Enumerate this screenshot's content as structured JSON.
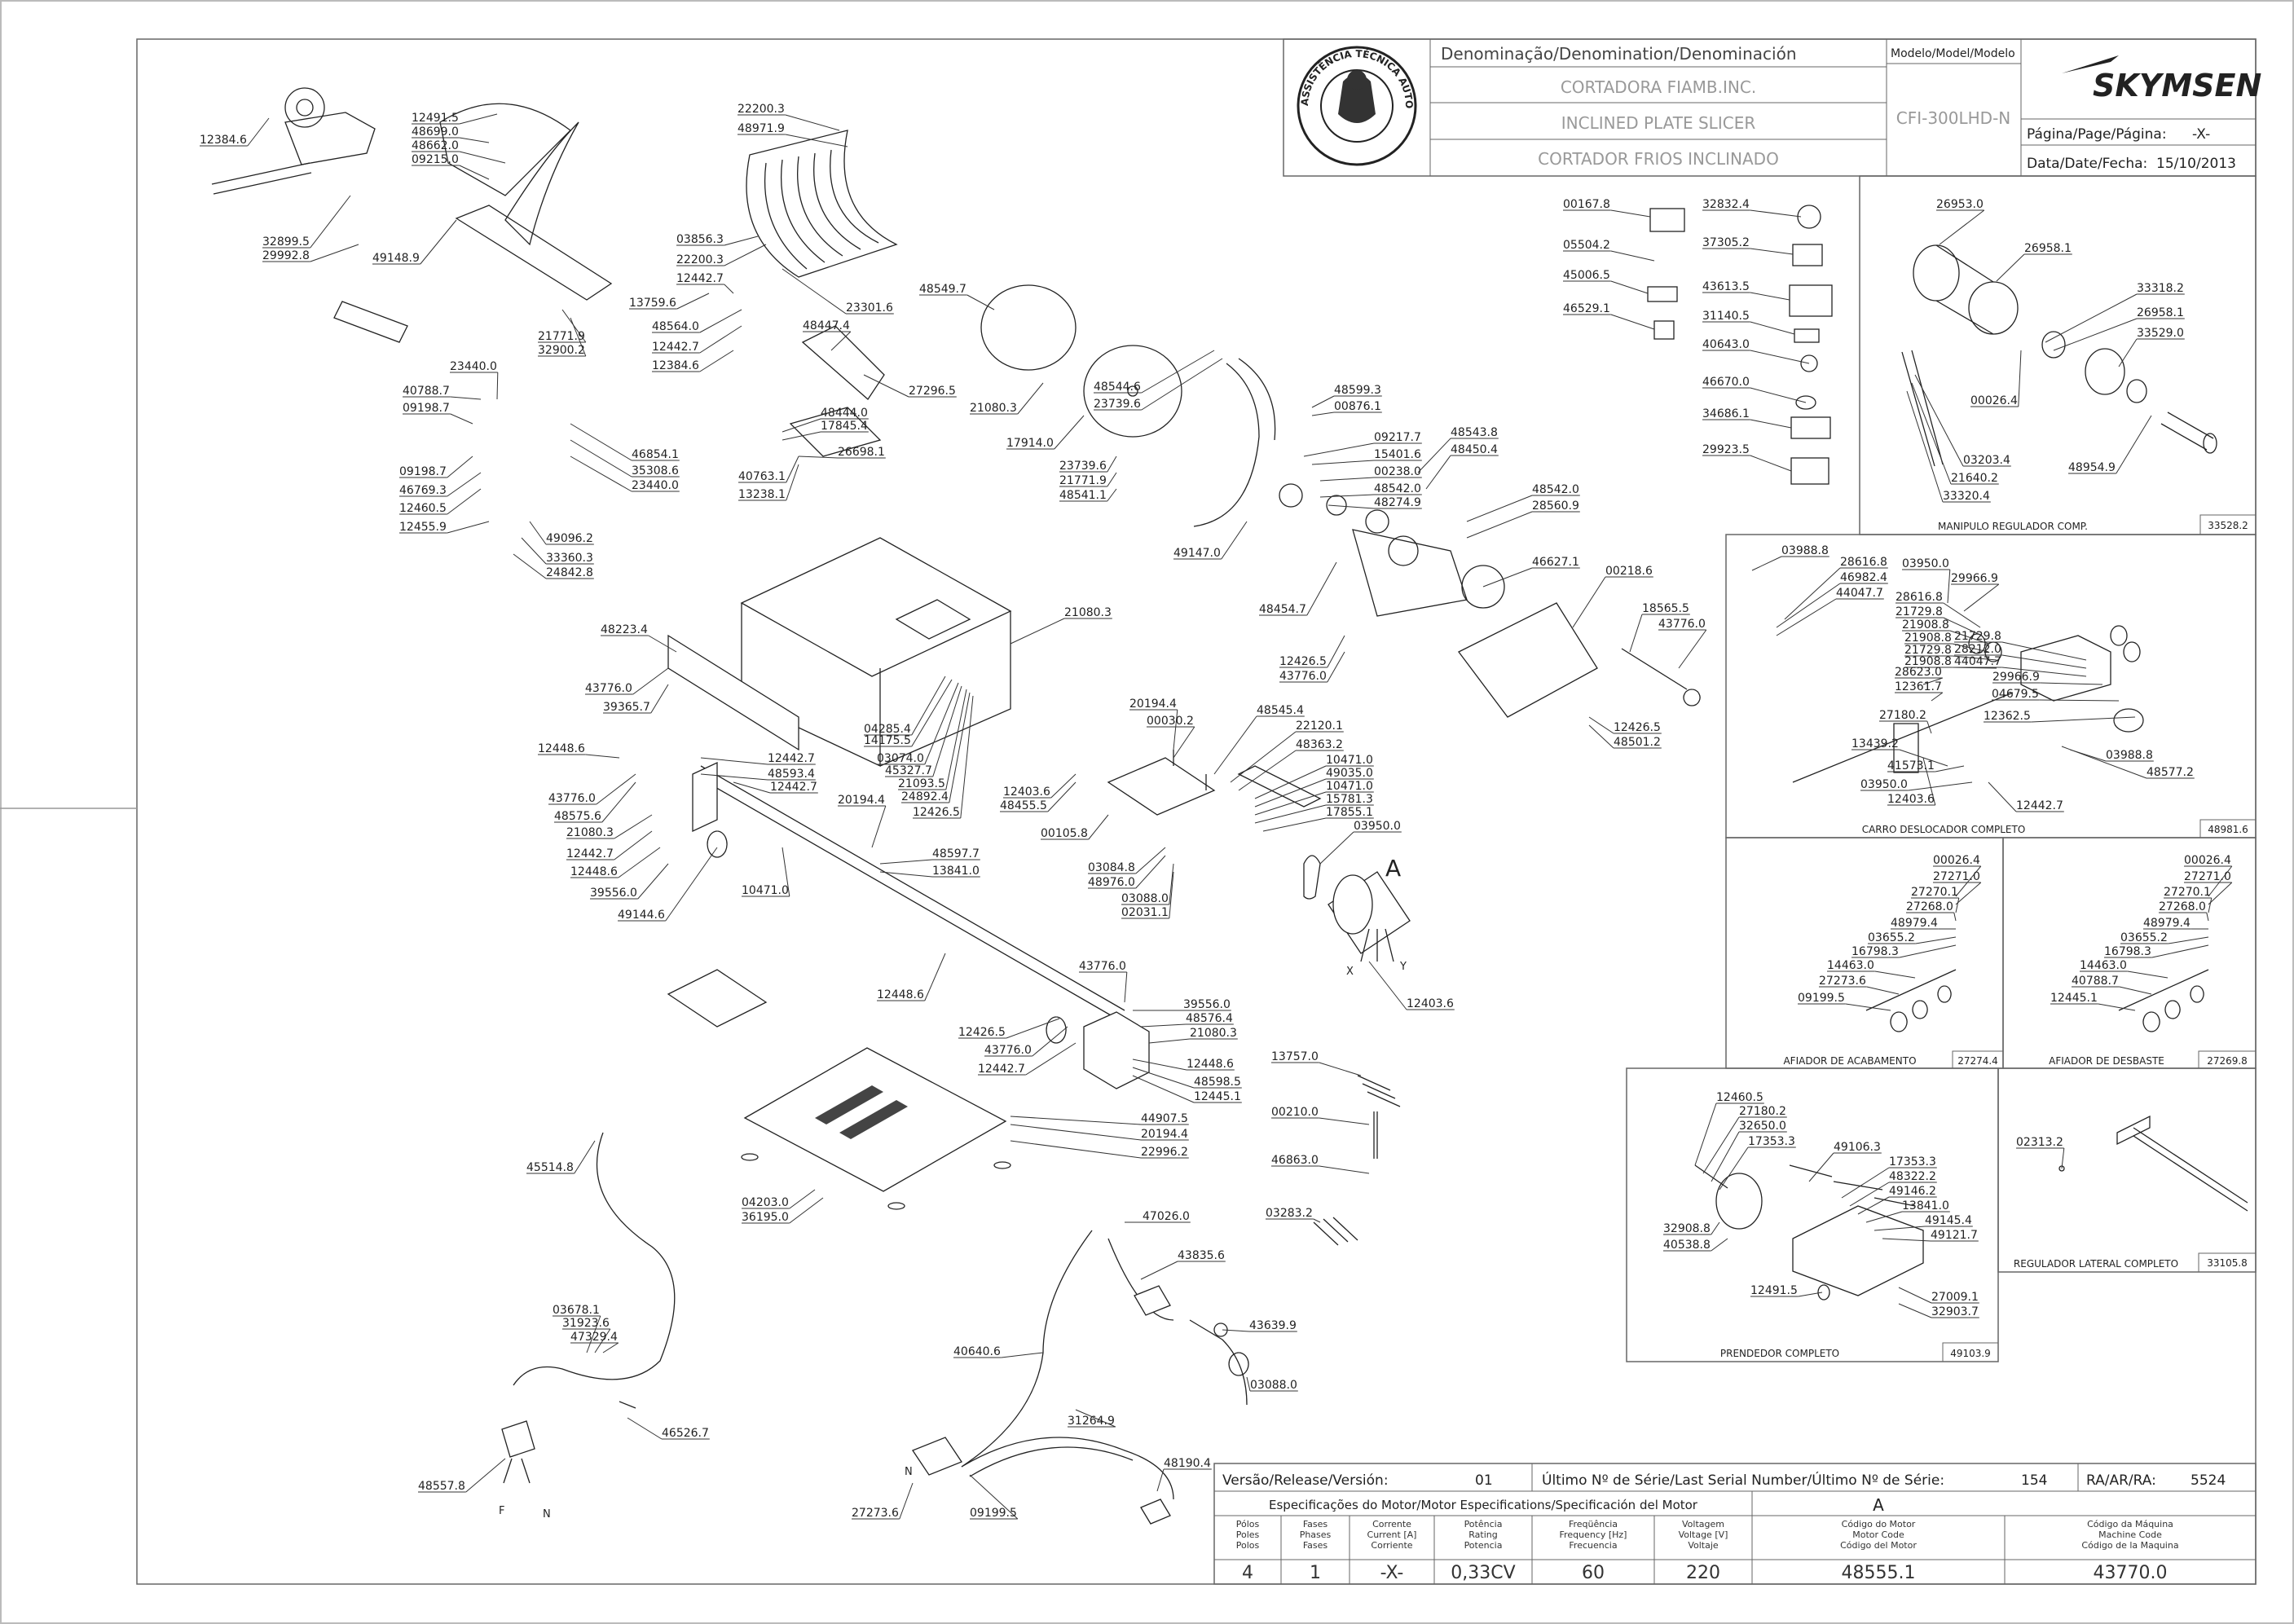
{
  "title_block": {
    "denomination_label": "Denominação/Denomination/Denominación",
    "names": [
      "CORTADORA FIAMB.INC.",
      "INCLINED PLATE SLICER",
      "CORTADOR FRIOS INCLINADO"
    ],
    "model_label": "Modelo/Model/Modelo",
    "model_value": "CFI-300LHD-N",
    "brand": "SKYMSEN",
    "page_label": "Página/Page/Página:",
    "page_value": "-X-",
    "date_label": "Data/Date/Fecha:",
    "date_value": "15/10/2013",
    "seal_text": "ASSISTÊNCIA TÉCNICA AUTORIZADA"
  },
  "bottom_block": {
    "version_label": "Versão/Release/Versión:",
    "version_value": "01",
    "serial_label": "Último Nº de Série/Last Serial Number/Último Nº de Série:",
    "serial_value": "154",
    "ra_label": "RA/AR/RA:",
    "ra_value": "5524",
    "motor_title": "Especificações do Motor/Motor Especifications/Specificación del Motor",
    "motor_letter": "A",
    "headers": [
      [
        "Pólos",
        "Poles",
        "Polos"
      ],
      [
        "Fases",
        "Phases",
        "Fases"
      ],
      [
        "Corrente",
        "Current [A]",
        "Corriente"
      ],
      [
        "Potência",
        "Rating",
        "Potencia"
      ],
      [
        "Freqüência",
        "Frequency [Hz]",
        "Frecuencia"
      ],
      [
        "Voltagem",
        "Voltage [V]",
        "Voltaje"
      ],
      [
        "Código do Motor",
        "Motor Code",
        "Código del Motor"
      ],
      [
        "Código da Máquina",
        "Machine Code",
        "Código de la Maquina"
      ]
    ],
    "values": [
      "4",
      "1",
      "-X-",
      "0,33CV",
      "60",
      "220",
      "48555.1",
      "43770.0"
    ]
  },
  "subassemblies": [
    {
      "caption": "MANIPULO REGULADOR COMP.",
      "code": "33528.2"
    },
    {
      "caption": "CARRO DESLOCADOR COMPLETO",
      "code": "48981.6"
    },
    {
      "caption": "AFIADOR DE ACABAMENTO",
      "code": "27274.4"
    },
    {
      "caption": "AFIADOR DE DESBASTE",
      "code": "27269.8"
    },
    {
      "caption": "PRENDEDOR COMPLETO",
      "code": "49103.9"
    },
    {
      "caption": "REGULADOR LATERAL COMPLETO",
      "code": "33105.8"
    }
  ],
  "motor_marker": "A",
  "motor_wire_marks": [
    "X",
    "Y",
    "N"
  ],
  "plug_marks": [
    "F",
    "N"
  ],
  "part_labels": [
    "12384.6",
    "12491.5",
    "48699.0",
    "48662.0",
    "09215.0",
    "32899.5",
    "29992.8",
    "49148.9",
    "21771.9",
    "32900.2",
    "22200.3",
    "48971.9",
    "03856.3",
    "22200.3",
    "12442.7",
    "48564.0",
    "12442.7",
    "12384.6",
    "23301.6",
    "13759.6",
    "48447.4",
    "27296.5",
    "48549.7",
    "21080.3",
    "17914.0",
    "23440.0",
    "40788.7",
    "09198.7",
    "09198.7",
    "46769.3",
    "12460.5",
    "12455.9",
    "46854.1",
    "35308.6",
    "23440.0",
    "49096.2",
    "33360.3",
    "24842.8",
    "48444.0",
    "17845.4",
    "26698.1",
    "40763.1",
    "13238.1",
    "23739.6",
    "21771.9",
    "48541.1",
    "48544.6",
    "23739.6",
    "48599.3",
    "00876.1",
    "09217.7",
    "15401.6",
    "00238.0",
    "48542.0",
    "48274.9",
    "48543.8",
    "48450.4",
    "48542.0",
    "28560.9",
    "49147.0",
    "48454.7",
    "46627.1",
    "00218.6",
    "18565.5",
    "43776.0",
    "12426.5",
    "43776.0",
    "12426.5",
    "48501.2",
    "00167.8",
    "05504.2",
    "45006.5",
    "46529.1",
    "32832.4",
    "37305.2",
    "43613.5",
    "31140.5",
    "40643.0",
    "46670.0",
    "34686.1",
    "29923.5",
    "26953.0",
    "26958.1",
    "33318.2",
    "26958.1",
    "33529.0",
    "00026.4",
    "03203.4",
    "21640.2",
    "33320.4",
    "48954.9",
    "48223.4",
    "21080.3",
    "43776.0",
    "39365.7",
    "04285.4",
    "14175.5",
    "03074.0",
    "45327.7",
    "21093.5",
    "24892.4",
    "12426.5",
    "12448.6",
    "12442.7",
    "48593.4",
    "12442.7",
    "43776.0",
    "48575.6",
    "21080.3",
    "12442.7",
    "12448.6",
    "39556.0",
    "49144.6",
    "10471.0",
    "20194.4",
    "48597.7",
    "13841.0",
    "20194.4",
    "00030.2",
    "12403.6",
    "48455.5",
    "00105.8",
    "48545.4",
    "22120.1",
    "48363.2",
    "10471.0",
    "49035.0",
    "10471.0",
    "15781.3",
    "17855.1",
    "03950.0",
    "03084.8",
    "48976.0",
    "03088.0",
    "02031.1",
    "12403.6",
    "03988.8",
    "28616.8",
    "46982.4",
    "44047.7",
    "03950.0",
    "29966.9",
    "28616.8",
    "21729.8",
    "21908.8",
    "21908.8",
    "21729.8",
    "21908.8",
    "21729.8",
    "28212.0",
    "44047.7",
    "29966.9",
    "04679.5",
    "12362.5",
    "28623.0",
    "12361.7",
    "27180.2",
    "13439.2",
    "41573.1",
    "03950.0",
    "12403.6",
    "03988.8",
    "48577.2",
    "12442.7",
    "12448.6",
    "43776.0",
    "39556.0",
    "48576.4",
    "21080.3",
    "12426.5",
    "43776.0",
    "12442.7",
    "12448.6",
    "48598.5",
    "12445.1",
    "44907.5",
    "20194.4",
    "22996.2",
    "04203.0",
    "36195.0",
    "13757.0",
    "00210.0",
    "46863.0",
    "03283.2",
    "45514.8",
    "03678.1",
    "31923.6",
    "47329.4",
    "46526.7",
    "48557.8",
    "47026.0",
    "43835.6",
    "43639.9",
    "40640.6",
    "31264.9",
    "03088.0",
    "48190.4",
    "27273.6",
    "09199.5",
    "00026.4",
    "27271.0",
    "27270.1",
    "27268.0",
    "48979.4",
    "03655.2",
    "16798.3",
    "14463.0",
    "27273.6",
    "09199.5",
    "00026.4",
    "27271.0",
    "27270.1",
    "27268.0",
    "48979.4",
    "03655.2",
    "16798.3",
    "14463.0",
    "40788.7",
    "12445.1",
    "12460.5",
    "27180.2",
    "32650.0",
    "17353.3",
    "49106.3",
    "17353.3",
    "48322.2",
    "49146.2",
    "13841.0",
    "49145.4",
    "49121.7",
    "32908.8",
    "40538.8",
    "12491.5",
    "27009.1",
    "32903.7",
    "02313.2"
  ]
}
